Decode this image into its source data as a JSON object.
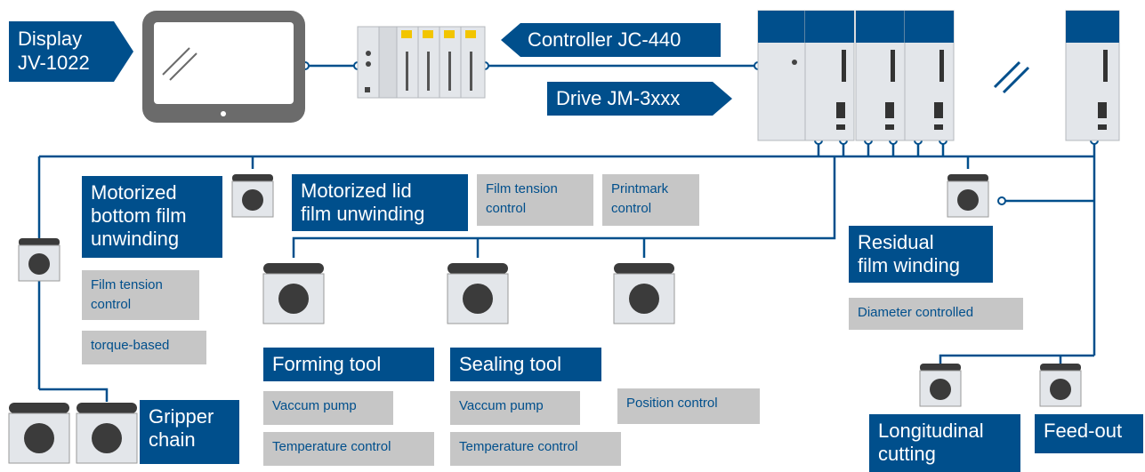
{
  "labels": {
    "display": "Display\nJV-1022",
    "controller": "Controller JC-440",
    "drive": "Drive JM-3xxx",
    "bottom_film": "Motorized\nbottom film\nunwinding",
    "bottom_tension": "Film tension\ncontrol",
    "bottom_torque": "torque-based",
    "lid_film": "Motorized lid\nfilm unwinding",
    "lid_tension": "Film tension\ncontrol",
    "printmark": "Printmark\ncontrol",
    "residual": "Residual\nfilm winding",
    "diameter": "Diameter controlled",
    "forming": "Forming tool",
    "forming_pump": "Vaccum pump",
    "forming_temp": "Temperature control",
    "sealing": "Sealing tool",
    "sealing_pump": "Vaccum pump",
    "sealing_temp": "Temperature control",
    "position": "Position control",
    "gripper": "Gripper\nchain",
    "longitudinal": "Longitudinal\ncutting",
    "feedout": "Feed-out"
  },
  "colors": {
    "blue": "#004f8c",
    "gray": "#c6c6c6",
    "line": "#004f8c",
    "device": "#e3e6ea",
    "motor": "#3b3b3b"
  }
}
